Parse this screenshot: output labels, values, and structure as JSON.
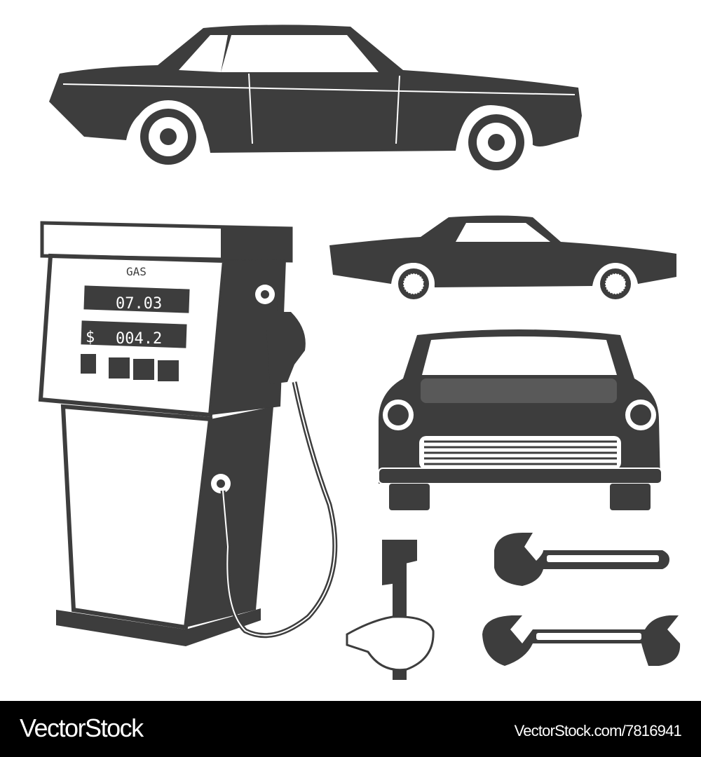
{
  "pump": {
    "title": "GAS",
    "volume_display": "07.03",
    "price_symbol": "$",
    "price_display": "004.2"
  },
  "colors": {
    "ink": "#3d3d3d",
    "background": "#ffffff",
    "footer_bg": "#000000",
    "footer_text": "#ffffff"
  },
  "icons": [
    "classic-car-side-icon",
    "gas-pump-icon",
    "muscle-car-side-icon",
    "car-front-icon",
    "pipe-wrench-in-hand-icon",
    "open-end-wrench-icon",
    "double-open-end-wrench-icon"
  ],
  "footer": {
    "brand": "VectorStock",
    "url": "VectorStock.com/7816941"
  }
}
